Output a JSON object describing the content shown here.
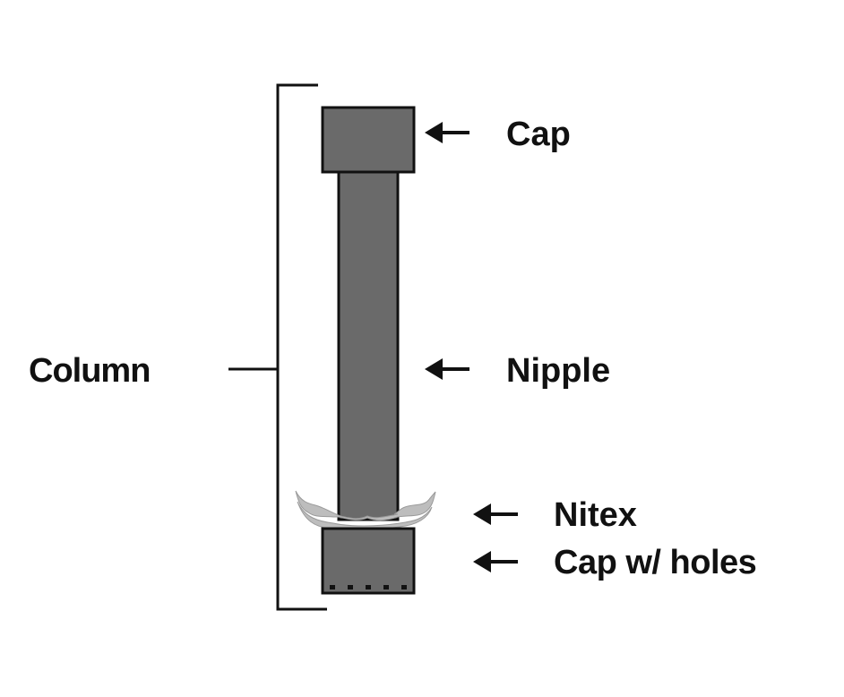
{
  "diagram": {
    "labels": {
      "column": "Column",
      "cap": "Cap",
      "nipple": "Nipple",
      "nitex": "Nitex",
      "cap_with_holes": "Cap w/ holes"
    },
    "colors": {
      "part_fill": "#6a6a6a",
      "part_outline": "#111111",
      "mesh_fill": "#bdbdbd",
      "line": "#111111",
      "background": "#ffffff"
    }
  }
}
